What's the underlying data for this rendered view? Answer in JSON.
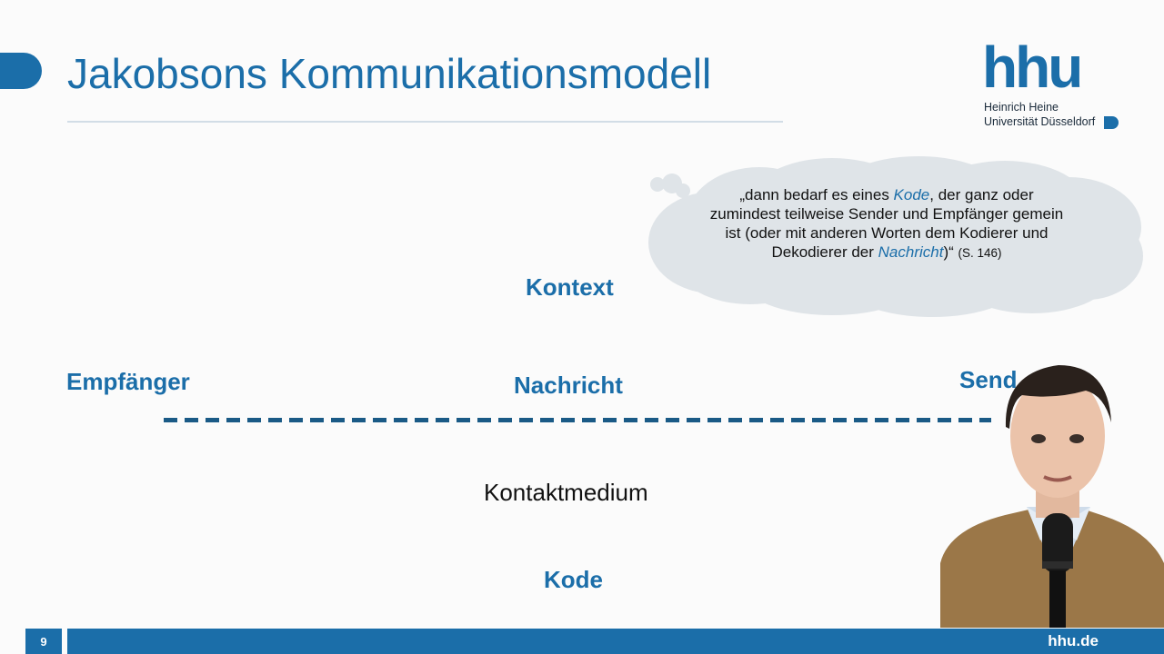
{
  "slide": {
    "title": "Jakobsons Kommunikationsmodell",
    "page_number": "9",
    "footer_link": "hhu.de"
  },
  "logo": {
    "mark": "hhu",
    "line1": "Heinrich Heine",
    "line2": "Universität Düsseldorf"
  },
  "quote": {
    "part1": "„dann bedarf es eines ",
    "em1": "Kode",
    "part2": ", der ganz oder zumindest teilweise Sender und Empfänger gemein ist (oder mit anderen Worten dem Kodierer und Dekodierer der ",
    "em2": "Nachricht",
    "part3": ")“ ",
    "citation": "(S. 146)"
  },
  "model": {
    "kontext": "Kontext",
    "empfaenger": "Empfänger",
    "nachricht": "Nachricht",
    "sender": "Send",
    "kontaktmedium": "Kontaktmedium",
    "kode": "Kode"
  },
  "colors": {
    "brand_blue": "#1b6ea9",
    "cloud": "#dfe4e8",
    "dash": "#1a5a86"
  }
}
